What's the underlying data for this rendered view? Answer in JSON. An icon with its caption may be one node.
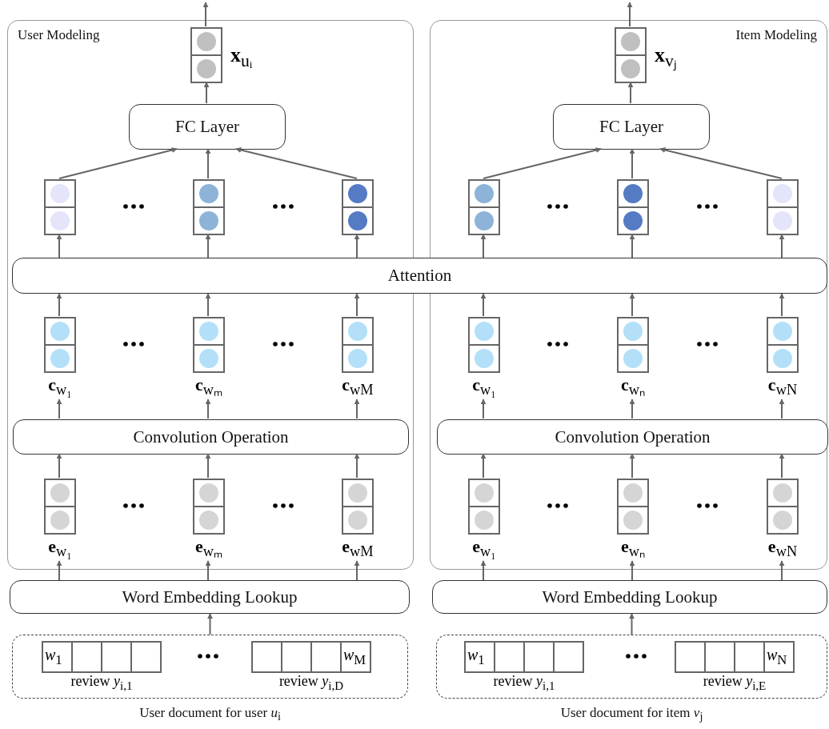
{
  "diagram": {
    "nodes": [
      {
        "text": [
          "User Modeling"
        ]
      },
      {
        "text": [],
        "shape": "box",
        "in": 0,
        "beside": [
          "**x**$_{uᵢ}$"
        ]
      },
      {
        "text": [
          "FC Layer"
        ],
        "in": 0
      },
      {
        "text": [],
        "shape": "box",
        "in": 0
      },
      {
        "text": [],
        "shape": "box",
        "in": 0
      },
      {
        "text": [],
        "shape": "box",
        "in": 0
      },
      {
        "text": [],
        "shape": "box",
        "in": 0,
        "beside": [
          "**c**$_{w₁}$"
        ]
      },
      {
        "text": [],
        "shape": "box",
        "in": 0,
        "beside": [
          "**c**$_{wₘ}$"
        ]
      },
      {
        "text": [],
        "shape": "box",
        "in": 0,
        "beside": [
          "**c**$_{w}$$_{M}$"
        ]
      },
      {
        "text": [
          "Convolution Operation"
        ],
        "in": 0
      },
      {
        "text": [],
        "shape": "box",
        "in": 0,
        "beside": [
          "**e**$_{w₁}$"
        ]
      },
      {
        "text": [],
        "shape": "box",
        "in": 0,
        "beside": [
          "**e**$_{wₘ}$"
        ]
      },
      {
        "text": [],
        "shape": "box",
        "in": 0,
        "beside": [
          "**e**$_{w}$$_{M}$"
        ]
      },
      {
        "text": [
          "Item Modeling"
        ]
      },
      {
        "text": [],
        "shape": "box",
        "in": 13,
        "beside": [
          "**x**$_{vⱼ}$"
        ]
      },
      {
        "text": [
          "FC Layer"
        ],
        "in": 13
      },
      {
        "text": [],
        "shape": "box",
        "in": 13
      },
      {
        "text": [],
        "shape": "box",
        "in": 13
      },
      {
        "text": [],
        "shape": "box",
        "in": 13
      },
      {
        "text": [],
        "shape": "box",
        "in": 13,
        "beside": [
          "**c**$_{w₁}$"
        ]
      },
      {
        "text": [],
        "shape": "box",
        "in": 13,
        "beside": [
          "**c**$_{wₙ}$"
        ]
      },
      {
        "text": [],
        "shape": "box",
        "in": 13,
        "beside": [
          "**c**$_{w}$$_{N}$"
        ]
      },
      {
        "text": [
          "Convolution Operation"
        ],
        "in": 13
      },
      {
        "text": [],
        "shape": "box",
        "in": 13,
        "beside": [
          "**e**$_{w₁}$"
        ]
      },
      {
        "text": [],
        "shape": "box",
        "in": 13,
        "beside": [
          "**e**$_{wₙ}$"
        ]
      },
      {
        "text": [],
        "shape": "box",
        "in": 13,
        "beside": [
          "**e**$_{w}$$_{N}$"
        ]
      },
      {
        "text": [
          "Attention"
        ]
      },
      {
        "text": [
          "Word Embedding Lookup"
        ]
      },
      {
        "text": [
          "Word Embedding Lookup"
        ]
      },
      {
        "text": [],
        "shape": "box",
        "beside": [
          "User document for user *u*$_{i}$"
        ]
      },
      {
        "text": [
          "*w*$_{1}$"
        ],
        "in": 29,
        "beside": [
          "review *y*$_{i,1}$"
        ]
      },
      {
        "text": [
          "*w*$_{M}$"
        ],
        "in": 29,
        "beside": [
          "review *y*$_{i,D}$"
        ]
      },
      {
        "text": [],
        "shape": "box",
        "beside": [
          "User document for item *v*$_{j}$"
        ]
      },
      {
        "text": [
          "*w*$_{1}$"
        ],
        "in": 32,
        "beside": [
          "review *y*$_{i,1}$"
        ]
      },
      {
        "text": [
          "*w*$_{N}$"
        ],
        "in": 32,
        "beside": [
          "review *y*$_{i,E}$"
        ]
      }
    ],
    "edges": [
      {
        "from": 1,
        "to": null,
        "arrow": "to"
      },
      {
        "from": 2,
        "to": 1,
        "arrow": "to"
      },
      {
        "from": 3,
        "to": 2,
        "arrow": "to"
      },
      {
        "from": 4,
        "to": 2,
        "arrow": "to"
      },
      {
        "from": 5,
        "to": 2,
        "arrow": "to"
      },
      {
        "from": 26,
        "to": 3,
        "arrow": "to"
      },
      {
        "from": 26,
        "to": 4,
        "arrow": "to"
      },
      {
        "from": 26,
        "to": 5,
        "arrow": "to"
      },
      {
        "from": 6,
        "to": 26,
        "arrow": "to"
      },
      {
        "from": 7,
        "to": 26,
        "arrow": "to"
      },
      {
        "from": 8,
        "to": 26,
        "arrow": "to"
      },
      {
        "from": 9,
        "to": 6,
        "arrow": "to"
      },
      {
        "from": 9,
        "to": 7,
        "arrow": "to"
      },
      {
        "from": 9,
        "to": 8,
        "arrow": "to"
      },
      {
        "from": 10,
        "to": 9,
        "arrow": "to"
      },
      {
        "from": 11,
        "to": 9,
        "arrow": "to"
      },
      {
        "from": 12,
        "to": 9,
        "arrow": "to"
      },
      {
        "from": 27,
        "to": 10,
        "arrow": "to"
      },
      {
        "from": 27,
        "to": 11,
        "arrow": "to"
      },
      {
        "from": 27,
        "to": 12,
        "arrow": "to"
      },
      {
        "from": 29,
        "to": 27,
        "arrow": "to"
      },
      {
        "from": 14,
        "to": null,
        "arrow": "to"
      },
      {
        "from": 15,
        "to": 14,
        "arrow": "to"
      },
      {
        "from": 16,
        "to": 15,
        "arrow": "to"
      },
      {
        "from": 17,
        "to": 15,
        "arrow": "to"
      },
      {
        "from": 18,
        "to": 15,
        "arrow": "to"
      },
      {
        "from": 26,
        "to": 16,
        "arrow": "to"
      },
      {
        "from": 26,
        "to": 17,
        "arrow": "to"
      },
      {
        "from": 26,
        "to": 18,
        "arrow": "to"
      },
      {
        "from": 19,
        "to": 26,
        "arrow": "to"
      },
      {
        "from": 20,
        "to": 26,
        "arrow": "to"
      },
      {
        "from": 21,
        "to": 26,
        "arrow": "to"
      },
      {
        "from": 22,
        "to": 19,
        "arrow": "to"
      },
      {
        "from": 22,
        "to": 20,
        "arrow": "to"
      },
      {
        "from": 22,
        "to": 21,
        "arrow": "to"
      },
      {
        "from": 23,
        "to": 22,
        "arrow": "to"
      },
      {
        "from": 24,
        "to": 22,
        "arrow": "to"
      },
      {
        "from": 25,
        "to": 22,
        "arrow": "to"
      },
      {
        "from": 28,
        "to": 23,
        "arrow": "to"
      },
      {
        "from": 28,
        "to": 24,
        "arrow": "to"
      },
      {
        "from": 28,
        "to": 25,
        "arrow": "to"
      },
      {
        "from": 32,
        "to": 28,
        "arrow": "to"
      }
    ]
  }
}
